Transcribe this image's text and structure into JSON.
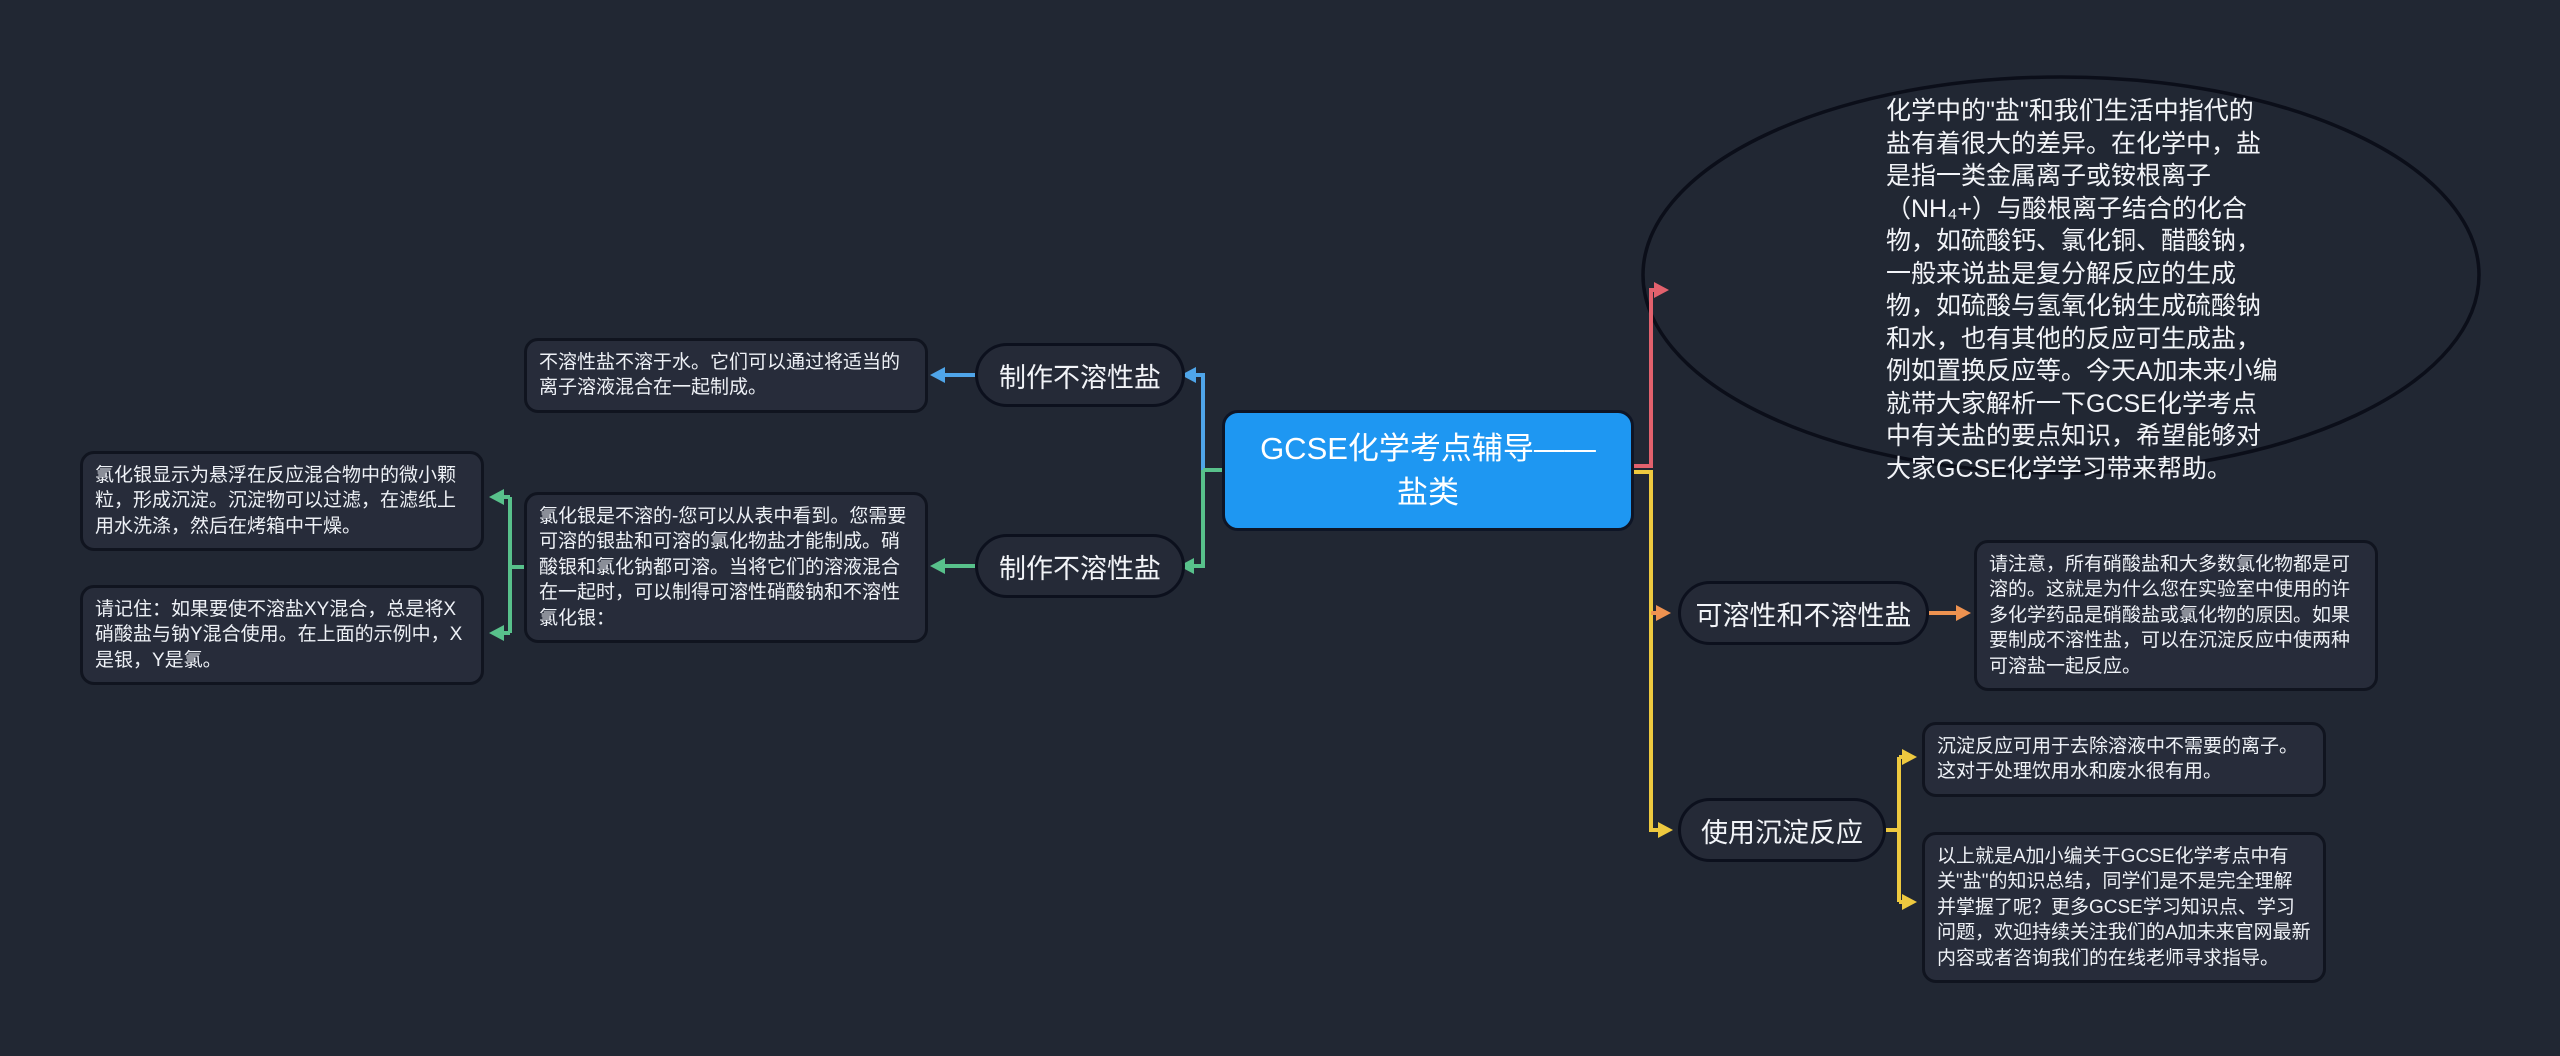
{
  "canvas": {
    "background_color": "#212733",
    "node_fill_color": "#272c3a",
    "node_border_color": "#10141f",
    "text_color": "#f2f4f8"
  },
  "mindmap": {
    "root": {
      "label": "GCSE化学考点辅导——盐类",
      "fill_color": "#1e97f2"
    },
    "intro_note": {
      "shape": "ellipse",
      "connector_color": "#e2616d",
      "text": "化学中的\"盐\"和我们生活中指代的盐有着很大的差异。在化学中，盐是指一类金属离子或铵根离子（NH₄+）与酸根离子结合的化合物，如硫酸钙、氯化铜、醋酸钠，一般来说盐是复分解反应的生成物，如硫酸与氢氧化钠生成硫酸钠和水，也有其他的反应可生成盐，例如置换反应等。今天A加未来小编就带大家解析一下GCSE化学考点中有关盐的要点知识，希望能够对大家GCSE化学学习带来帮助。"
    },
    "branches": [
      {
        "label": "制作不溶性盐",
        "connector_color": "#4fa5e9",
        "notes": [
          "不溶性盐不溶于水。它们可以通过将适当的离子溶液混合在一起制成。"
        ]
      },
      {
        "label": "制作不溶性盐",
        "connector_color": "#58c18b",
        "notes": [
          "氯化银是不溶的-您可以从表中看到。您需要可溶的银盐和可溶的氯化物盐才能制成。硝酸银和氯化钠都可溶。当将它们的溶液混合在一起时，可以制得可溶性硝酸钠和不溶性氯化银："
        ],
        "child_notes": [
          "氯化银显示为悬浮在反应混合物中的微小颗粒，形成沉淀。沉淀物可以过滤，在滤纸上用水洗涤，然后在烤箱中干燥。",
          "请记住：如果要使不溶盐XY混合，总是将X硝酸盐与钠Y混合使用。在上面的示例中，X是银，Y是氯。"
        ]
      },
      {
        "label": "可溶性和不溶性盐",
        "connector_color": "#ee9250",
        "notes": [
          "请注意，所有硝酸盐和大多数氯化物都是可溶的。这就是为什么您在实验室中使用的许多化学药品是硝酸盐或氯化物的原因。如果要制成不溶性盐，可以在沉淀反应中使两种可溶盐一起反应。"
        ]
      },
      {
        "label": "使用沉淀反应",
        "connector_color": "#eec93f",
        "notes": [
          "沉淀反应可用于去除溶液中不需要的离子。这对于处理饮用水和废水很有用。",
          "以上就是A加小编关于GCSE化学考点中有关\"盐\"的知识总结，同学们是不是完全理解并掌握了呢？更多GCSE学习知识点、学习问题，欢迎持续关注我们的A加未来官网最新内容或者咨询我们的在线老师寻求指导。"
        ]
      }
    ]
  }
}
